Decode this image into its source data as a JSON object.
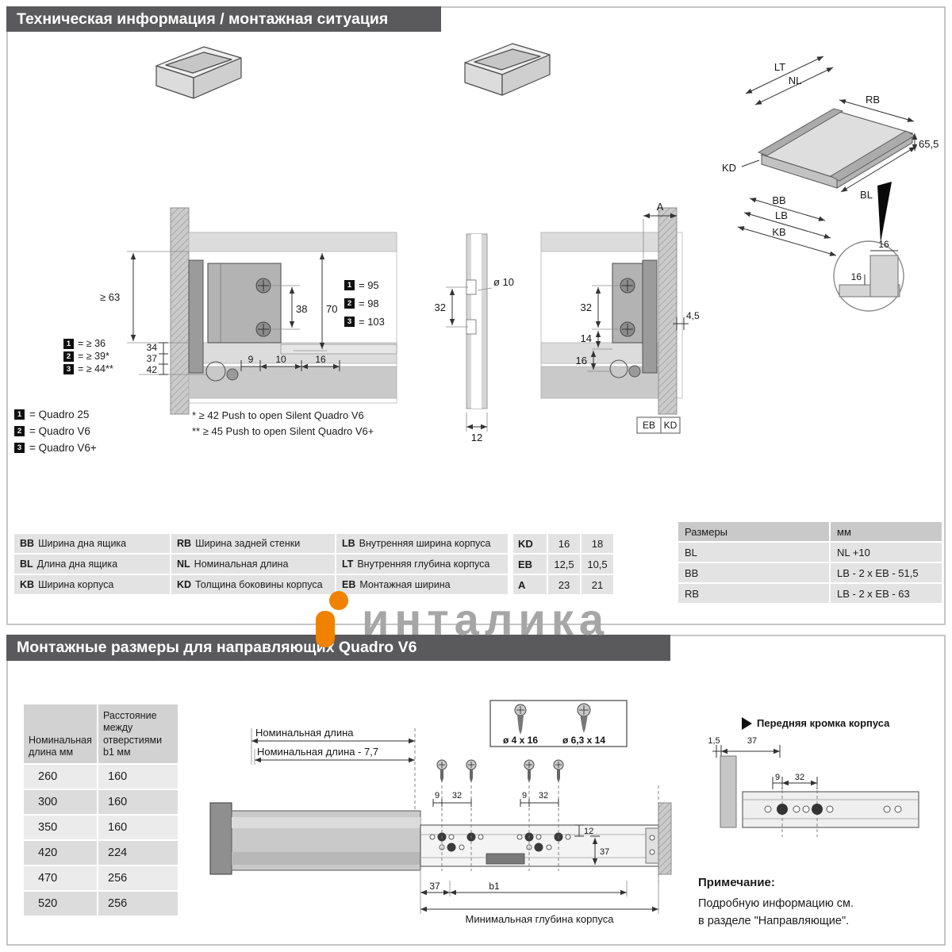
{
  "page": {
    "watermark_text": "инталика"
  },
  "s1": {
    "title": "Техническая информация / монтажная ситуация",
    "iso": {
      "lt": "LT",
      "nl": "NL",
      "rb": "RB",
      "h655": "65,5",
      "kd": "KD",
      "bb": "BB",
      "lb": "LB",
      "kb": "KB",
      "bl": "BL",
      "det16a": "16",
      "det16b": "16"
    },
    "front": {
      "ge63": "≥ 63",
      "d38": "38",
      "d70": "70",
      "d34": "34",
      "d37": "37",
      "d42": "42",
      "d9": "9",
      "d10": "10",
      "d16": "16",
      "marks": [
        {
          "n": "1",
          "v": "= ≥ 36"
        },
        {
          "n": "2",
          "v": "= ≥ 39*"
        },
        {
          "n": "3",
          "v": "= ≥ 44**"
        }
      ],
      "heights": [
        {
          "n": "1",
          "v": "= 95"
        },
        {
          "n": "2",
          "v": "= 98"
        },
        {
          "n": "3",
          "v": "= 103"
        }
      ]
    },
    "legend": [
      {
        "n": "1",
        "v": "= Quadro 25"
      },
      {
        "n": "2",
        "v": "= Quadro V6"
      },
      {
        "n": "3",
        "v": "= Quadro V6+"
      }
    ],
    "fn1": "*  ≥ 42 Push to open Silent Quadro V6",
    "fn2": "** ≥ 45 Push to open Silent Quadro V6+",
    "mid": {
      "d32": "32",
      "dia": "ø 10",
      "d12": "12"
    },
    "rear": {
      "a": "A",
      "d32": "32",
      "d14": "14",
      "d16": "16",
      "d45": "4,5",
      "eb": "EB",
      "kd": "KD"
    },
    "abbr_table": [
      [
        {
          "k": "BB",
          "v": "Ширина дна ящика"
        },
        {
          "k": "RB",
          "v": "Ширина задней стенки"
        },
        {
          "k": "LB",
          "v": "Внутренняя ширина корпуса"
        }
      ],
      [
        {
          "k": "BL",
          "v": "Длина дна ящика"
        },
        {
          "k": "NL",
          "v": "Номинальная длина"
        },
        {
          "k": "LT",
          "v": "Внутренняя глубина корпуса"
        }
      ],
      [
        {
          "k": "KB",
          "v": "Ширина корпуса"
        },
        {
          "k": "KD",
          "v": "Толщина боковины корпуса"
        },
        {
          "k": "EB",
          "v": "Монтажная ширина"
        }
      ]
    ],
    "kd_table": [
      [
        "KD",
        "16",
        "18"
      ],
      [
        "EB",
        "12,5",
        "10,5"
      ],
      [
        "A",
        "23",
        "21"
      ]
    ],
    "size_table": {
      "h1": "Размеры",
      "h2": "мм",
      "rows": [
        [
          "BL",
          "NL +10"
        ],
        [
          "BB",
          "LB - 2 x EB - 51,5"
        ],
        [
          "RB",
          "LB - 2 x EB - 63"
        ]
      ]
    }
  },
  "s2": {
    "title": "Монтажные размеры для направляющих Quadro V6",
    "len_table": {
      "h1": "Номинальная длина мм",
      "h2": "Расстояние между отверстиями b1 мм",
      "rows": [
        [
          "260",
          "160"
        ],
        [
          "300",
          "160"
        ],
        [
          "350",
          "160"
        ],
        [
          "420",
          "224"
        ],
        [
          "470",
          "256"
        ],
        [
          "520",
          "256"
        ]
      ]
    },
    "draw": {
      "nom": "Номинальная длина",
      "nom77": "Номинальная длина - 7,7",
      "screw1": "ø 4 x 16",
      "screw2": "ø 6,3 x 14",
      "d9a": "9",
      "d32a": "32",
      "d9b": "9",
      "d32b": "32",
      "d12": "12",
      "d37r": "37",
      "d37b": "37",
      "b1": "b1",
      "min_depth": "Минимальная глубина корпуса"
    },
    "edge": {
      "label": "Передняя кромка корпуса",
      "d15": "1,5",
      "d37": "37",
      "d9": "9",
      "d32": "32"
    },
    "note": {
      "title": "Примечание:",
      "l1": "Подробную информацию см.",
      "l2": "в разделе \"Направляющие\"."
    }
  }
}
